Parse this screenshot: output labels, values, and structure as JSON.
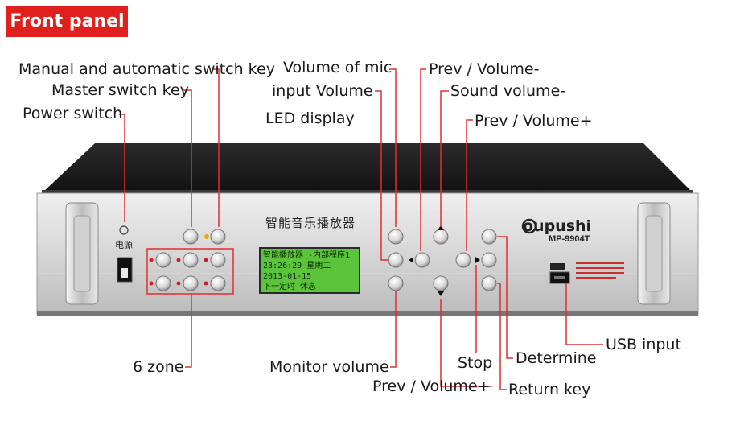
{
  "title": "Front panel",
  "labels": {
    "manual_auto": "Manual and automatic switch key",
    "master_switch": "Master switch key",
    "power_switch": "Power switch",
    "led_display": "LED display",
    "volume_mic": "Volume of mic",
    "input_volume": "input Volume",
    "prev_volume_minus": "Prev / Volume-",
    "sound_volume_minus": "Sound volume-",
    "prev_volume_plus_top": "Prev / Volume+",
    "six_zone": "6 zone",
    "monitor_volume": "Monitor volume",
    "prev_volume_plus_bottom": "Prev / Volume+",
    "stop": "Stop",
    "determine": "Determine",
    "return_key": "Return key",
    "usb_input": "USB input"
  },
  "device": {
    "title": "智能音乐播放器",
    "brand": "oupushi",
    "model": "MP-9904T",
    "power_label": "电源",
    "lcd_lines": [
      "智能播放器 -内部程序1",
      "23:26:29    星期二",
      "2013-01-15",
      "下一定时  休息"
    ]
  },
  "colors": {
    "badge": "#e0201c",
    "callout_line": "#e03030",
    "lcd": "#5cc43a",
    "panel": "#d9d9d9"
  }
}
